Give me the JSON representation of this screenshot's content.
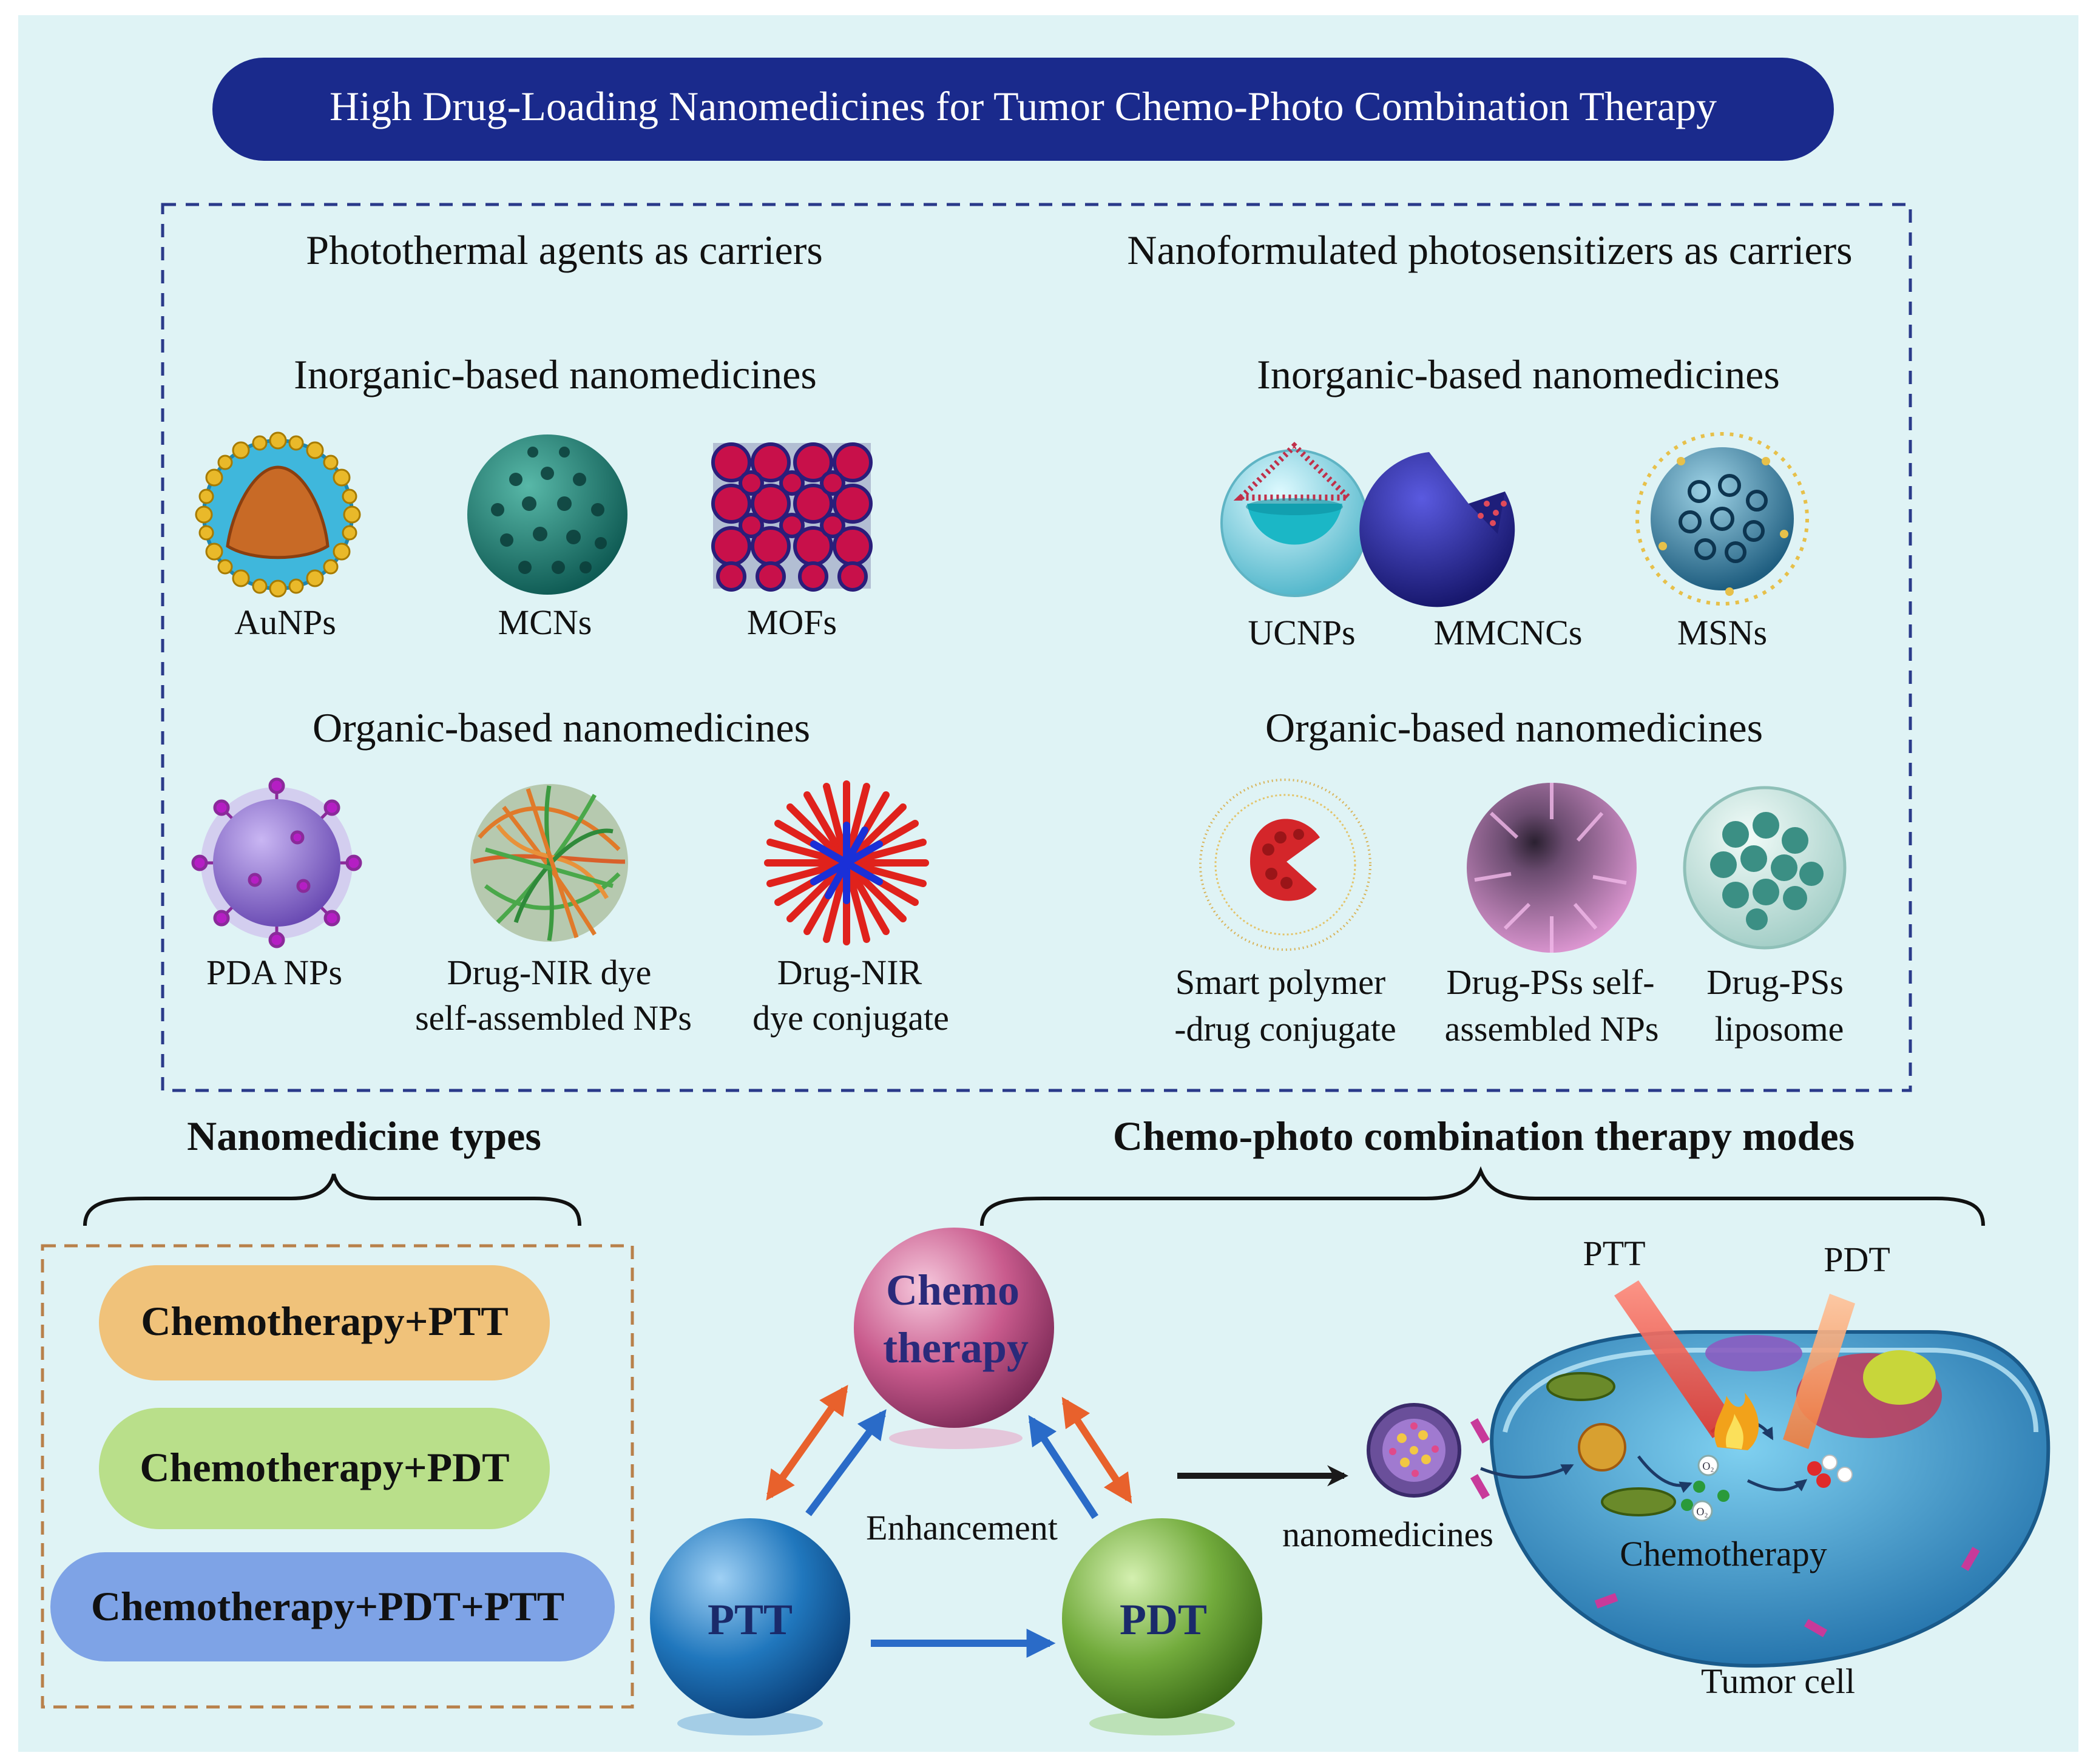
{
  "title": "High Drug-Loading Nanomedicines for Tumor Chemo-Photo Combination Therapy",
  "colors": {
    "background": "#dff3f5",
    "title_bar": "#1a2a8c",
    "dashed_box": "#2a3a8a",
    "types_box": "#b8804a",
    "pill_ptt": "#f0c27a",
    "pill_pdt": "#b9df8a",
    "pill_both": "#7ea3e6",
    "sphere_chemo": "#d46c9e",
    "sphere_ptt": "#1f6fb5",
    "sphere_pdt": "#6aa43a",
    "arrow_blue": "#2a6bc8",
    "arrow_orange": "#e8612c"
  },
  "carriers": {
    "left": {
      "heading": "Photothermal agents as carriers",
      "inorganic": {
        "heading": "Inorganic-based nanomedicines",
        "items": [
          {
            "label": "AuNPs",
            "icon": "gold-nanoparticle-icon"
          },
          {
            "label": "MCNs",
            "icon": "mesoporous-carbon-icon"
          },
          {
            "label": "MOFs",
            "icon": "metal-organic-framework-icon"
          }
        ]
      },
      "organic": {
        "heading": "Organic-based nanomedicines",
        "items": [
          {
            "line1": "PDA NPs",
            "line2": "",
            "icon": "polydopamine-nanoparticle-icon"
          },
          {
            "line1": "Drug-NIR dye",
            "line2": "self-assembled NPs",
            "icon": "fiber-ball-icon"
          },
          {
            "line1": "Drug-NIR",
            "line2": "dye conjugate",
            "icon": "micelle-icon"
          }
        ]
      }
    },
    "right": {
      "heading": "Nanoformulated photosensitizers as carriers",
      "inorganic": {
        "heading": "Inorganic-based nanomedicines",
        "items": [
          {
            "label": "UCNPs",
            "icon": "upconversion-nanoparticle-icon"
          },
          {
            "label": "MMCNCs",
            "icon": "cut-sphere-icon"
          },
          {
            "label": "MSNs",
            "icon": "mesoporous-silica-icon"
          }
        ]
      },
      "organic": {
        "heading": "Organic-based nanomedicines",
        "items": [
          {
            "line1": "Smart polymer",
            "line2": "-drug conjugate",
            "icon": "polymer-conjugate-icon"
          },
          {
            "line1": "Drug-PSs self-",
            "line2": "assembled NPs",
            "icon": "self-assembled-nanoparticle-icon"
          },
          {
            "line1": "Drug-PSs",
            "line2": "liposome",
            "icon": "liposome-icon"
          }
        ]
      }
    }
  },
  "types": {
    "heading": "Nanomedicine types",
    "pills": [
      "Chemotherapy+PTT",
      "Chemotherapy+PDT",
      "Chemotherapy+PDT+PTT"
    ]
  },
  "modes": {
    "heading": "Chemo-photo combination therapy modes",
    "chemo_line1": "Chemo",
    "chemo_line2": "therapy",
    "ptt": "PTT",
    "pdt": "PDT",
    "enhancement": "Enhancement",
    "nanomedicines": "nanomedicines",
    "cell_ptt": "PTT",
    "cell_pdt": "PDT",
    "cell_chemo": "Chemotherapy",
    "tumor_cell": "Tumor cell",
    "o2_a": "O₂",
    "o2_b": "O₂"
  }
}
